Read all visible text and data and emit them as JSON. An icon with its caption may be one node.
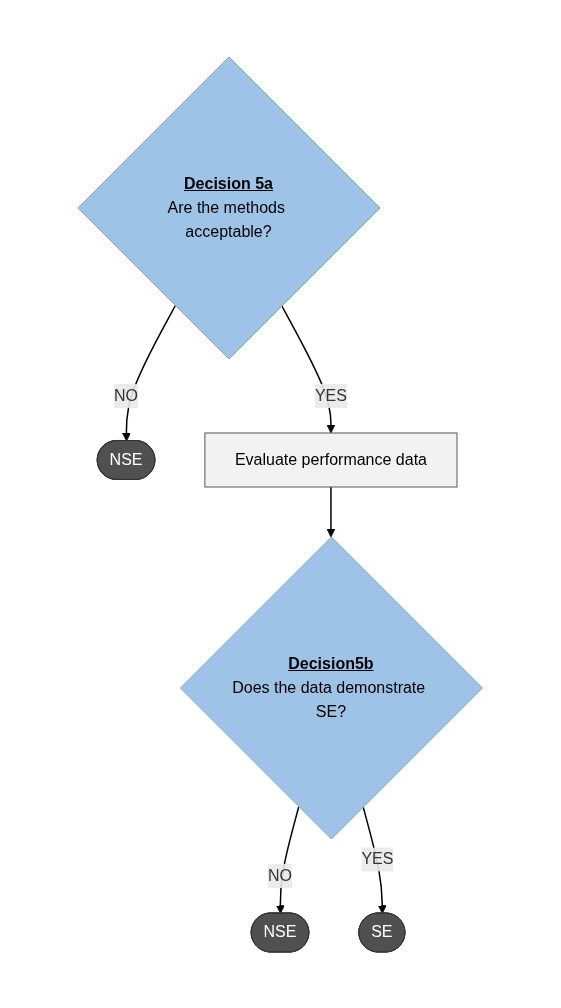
{
  "diagram": {
    "nodes": [
      {
        "text": [
          "Decision 5a",
          "Are the methods acceptable?"
        ]
      },
      {
        "text": [
          "NSE"
        ]
      },
      {
        "text": [
          "Evaluate performance data"
        ]
      },
      {
        "text": [
          "Decision5b",
          "Does the data demonstrate SE?"
        ]
      },
      {
        "text": [
          "NSE"
        ]
      },
      {
        "text": [
          "SE"
        ]
      }
    ],
    "edges": [
      {
        "from": 0,
        "to": 1,
        "arrow": "to",
        "label": "NO"
      },
      {
        "from": 0,
        "to": 2,
        "arrow": "to",
        "label": "YES"
      },
      {
        "from": 2,
        "to": 3,
        "arrow": "to"
      },
      {
        "from": 3,
        "to": 4,
        "arrow": "to",
        "label": "NO"
      },
      {
        "from": 3,
        "to": 5,
        "arrow": "to",
        "label": "YES"
      }
    ]
  }
}
